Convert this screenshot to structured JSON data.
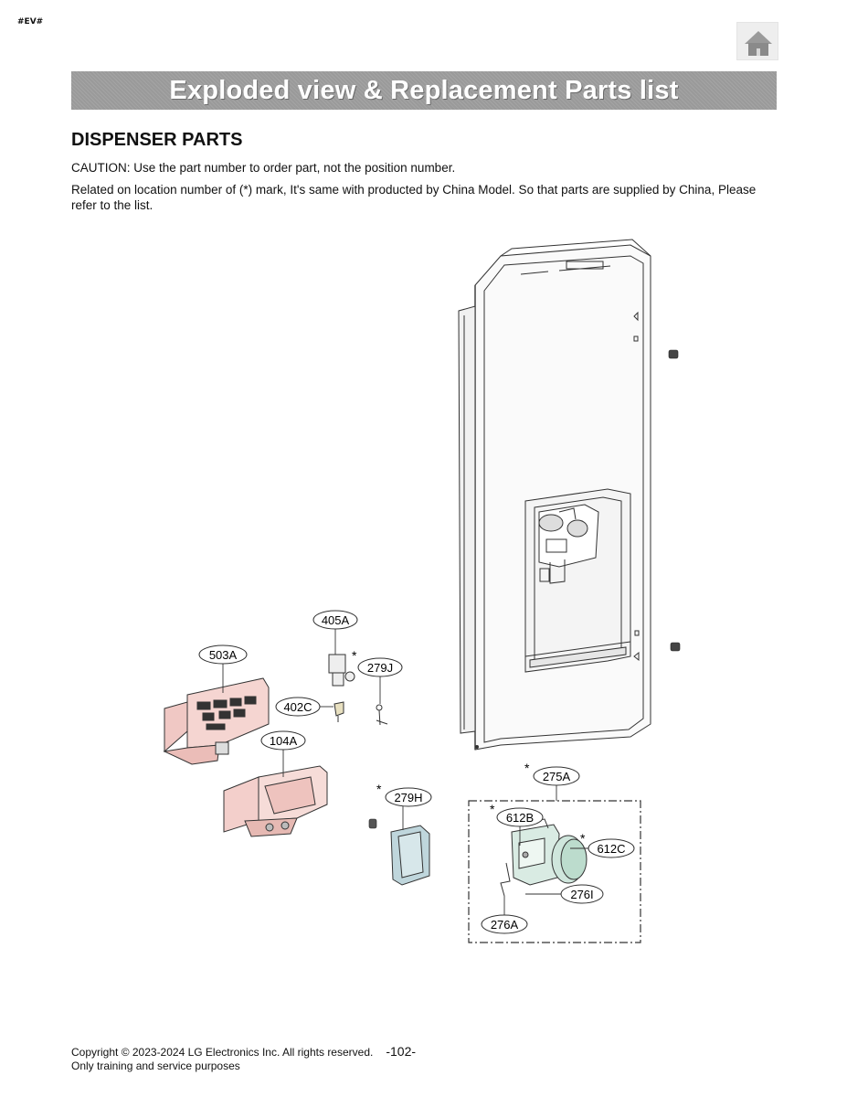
{
  "header": {
    "tag": "#EV#",
    "title": "Exploded view & Replacement Parts list"
  },
  "section": {
    "title": "DISPENSER PARTS",
    "caution": "CAUTION: Use the part number to order part, not the position number.",
    "note": "Related on location number of (*) mark, It's same with producted by China Model. So that parts are supplied by China, Please refer to the list."
  },
  "diagram": {
    "asterisk": "*",
    "callouts": {
      "c405A": "405A",
      "c503A": "503A",
      "c279J": "279J",
      "c402C": "402C",
      "c104A": "104A",
      "c275A": "275A",
      "c279H": "279H",
      "c612B": "612B",
      "c612C": "612C",
      "c276I": "276I",
      "c276A": "276A"
    }
  },
  "footer": {
    "copyright": "Copyright © 2023-2024 LG Electronics Inc. All rights reserved.",
    "page_number": "-102-",
    "purpose": "Only training and service purposes"
  }
}
